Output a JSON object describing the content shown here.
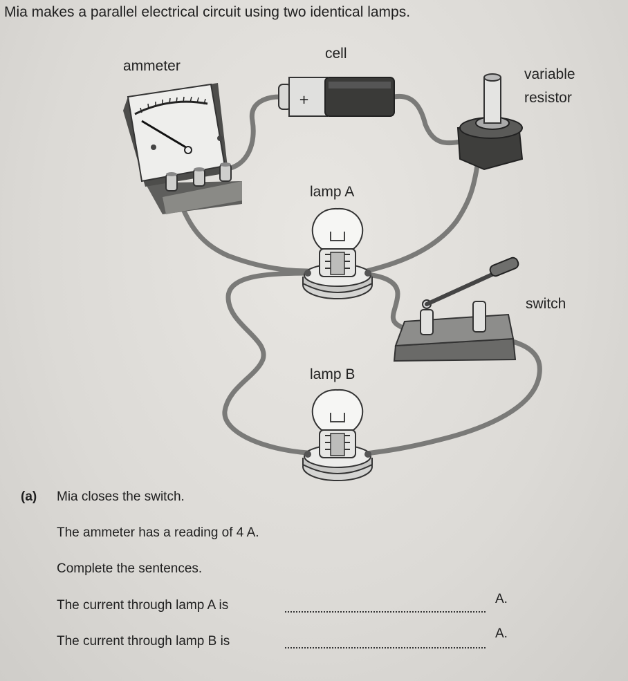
{
  "question": {
    "intro": "Mia makes a parallel electrical circuit using two identical lamps.",
    "part_a": {
      "marker": "(a)",
      "text": "Mia closes the switch.",
      "reading": "The ammeter has a reading of 4 A.",
      "instruction": "Complete the sentences.",
      "sentence_a": "The current through lamp A is",
      "sentence_b": "The current through lamp B is",
      "unit": "A."
    }
  },
  "diagram": {
    "labels": {
      "ammeter": "ammeter",
      "cell": "cell",
      "variable": "variable",
      "resistor": "resistor",
      "lamp_a": "lamp A",
      "switch": "switch",
      "lamp_b": "lamp B",
      "cell_plus": "+"
    }
  }
}
